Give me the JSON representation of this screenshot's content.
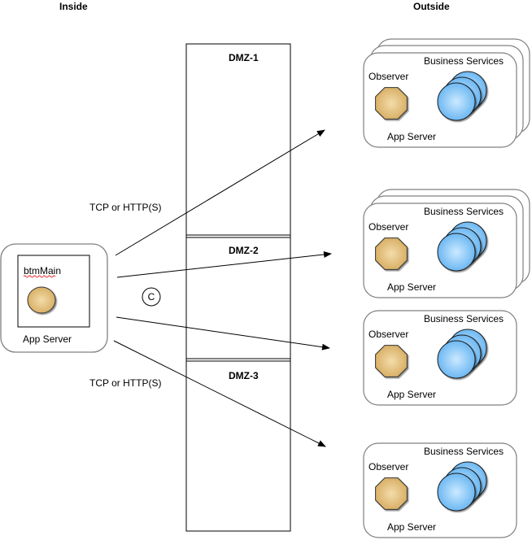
{
  "headers": {
    "inside": "Inside",
    "outside": "Outside"
  },
  "dmz_zones": [
    {
      "label": "DMZ-1"
    },
    {
      "label": "DMZ-2"
    },
    {
      "label": "DMZ-3"
    }
  ],
  "inside_node": {
    "component_label": "btmMain",
    "container_label": "App Server"
  },
  "connector_labels": {
    "upper": "TCP or HTTP(S)",
    "lower": "TCP or HTTP(S)",
    "center_marker": "C"
  },
  "outside_nodes": [
    {
      "services_label": "Business Services",
      "observer_label": "Observer",
      "container_label": "App Server",
      "stacked": true
    },
    {
      "services_label": "Business Services",
      "observer_label": "Observer",
      "container_label": "App Server",
      "stacked": true
    },
    {
      "services_label": "Business Services",
      "observer_label": "Observer",
      "container_label": "App Server",
      "stacked": false
    },
    {
      "services_label": "Business Services",
      "observer_label": "Observer",
      "container_label": "App Server",
      "stacked": false
    }
  ],
  "colors": {
    "observer_fill": "#d9b26a",
    "service_fill": "#6cb8f0",
    "component_fill": "#ddb46c",
    "container_stroke": "#808080"
  }
}
